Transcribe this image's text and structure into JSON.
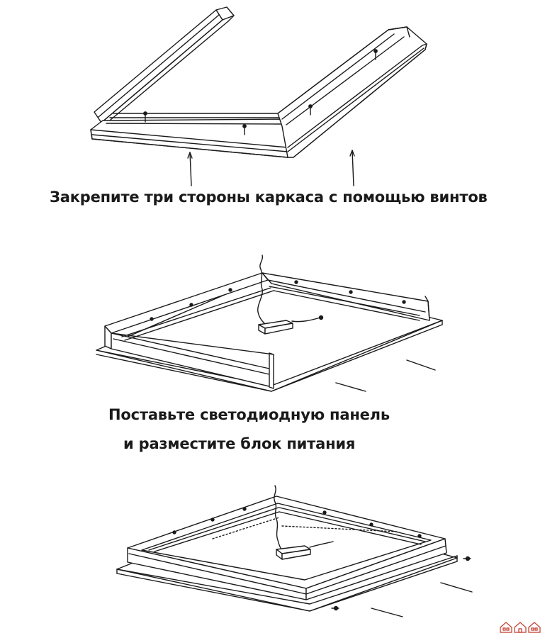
{
  "steps": [
    {
      "caption": "Закрепите три стороны каркаса с помощью винтов"
    },
    {
      "caption_line1": "Поставьте светодиодную панель",
      "caption_line2": "и разместите блок питания"
    }
  ],
  "colors": {
    "ink": "#1a1a1a",
    "background": "#ffffff",
    "watermark": "#c0392b"
  },
  "icons": [
    "arrow-icon",
    "screw-icon",
    "power-supply-icon",
    "cable-icon",
    "watermark-house-icon"
  ]
}
